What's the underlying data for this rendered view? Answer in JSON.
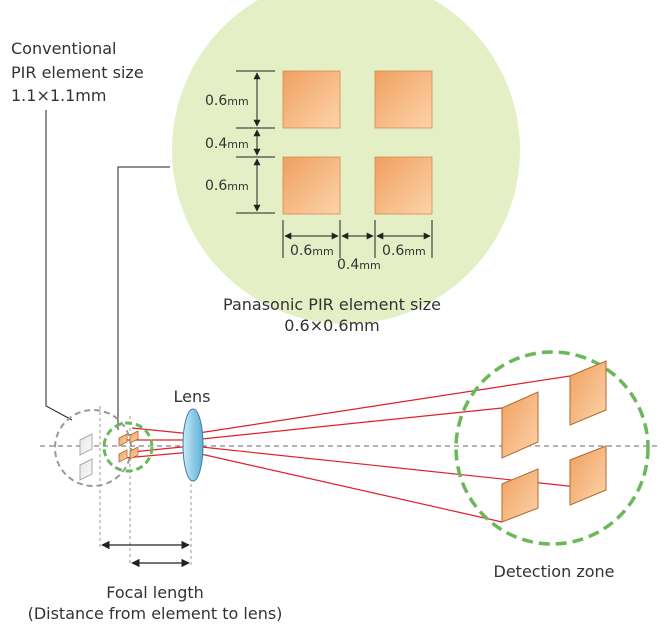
{
  "conventional_label": {
    "line1": "Conventional",
    "line2": "PIR element size",
    "line3": "1.1×1.1mm"
  },
  "panasonic_label": {
    "line1": "Panasonic PIR element size",
    "line2": "0.6×0.6mm"
  },
  "dimensions": {
    "element_height_1": {
      "value": "0.6",
      "unit": "mm"
    },
    "gap_vertical": {
      "value": "0.4",
      "unit": "mm"
    },
    "element_height_2": {
      "value": "0.6",
      "unit": "mm"
    },
    "element_width_1": {
      "value": "0.6",
      "unit": "mm"
    },
    "gap_horizontal": {
      "value": "0.4",
      "unit": "mm"
    },
    "element_width_2": {
      "value": "0.6",
      "unit": "mm"
    }
  },
  "lens_label": "Lens",
  "detection_zone_label": "Detection zone",
  "focal_length_label": {
    "line1": "Focal length",
    "line2": "(Distance from element to lens)"
  },
  "colors": {
    "element_fill_light": "#f9c89a",
    "element_fill_dark": "#f0a060",
    "magnifier_fill": "#e4efc6",
    "zone_dash": "#6ab85a",
    "ray": "#e0202a",
    "lens_fill": "#9fd3ea",
    "conventional_circle": "#999999"
  }
}
